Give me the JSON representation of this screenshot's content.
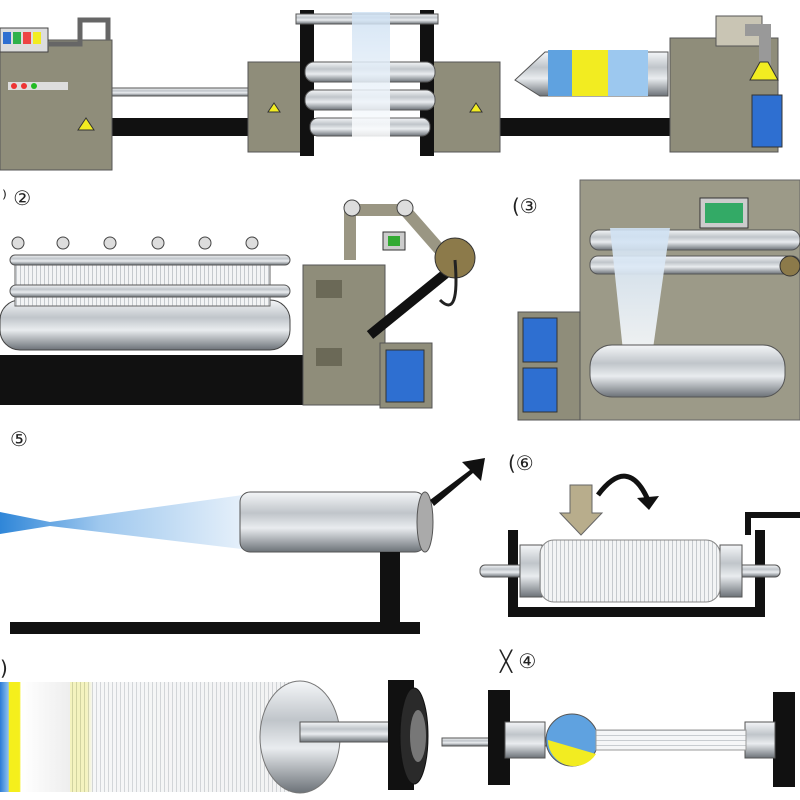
{
  "labels": {
    "step2": "⁾ ②",
    "step3": "(③",
    "step5": "⑤",
    "step6": "(⑥",
    "step7": ")",
    "step4": "╳ ④"
  },
  "colors": {
    "machine_body": "#8f8d7a",
    "steel": "#c9ccd0",
    "frame": "#111111",
    "panel_blue": "#2e6fd1",
    "film_yellow": "#f2ec21",
    "fiber_blue": "#7fb4ea"
  },
  "icons": [
    "arrow-up-right-icon",
    "curved-arrow-down-icon",
    "down-arrow-icon",
    "warning-sign-icon",
    "gauge-icon",
    "control-panel-icon"
  ]
}
